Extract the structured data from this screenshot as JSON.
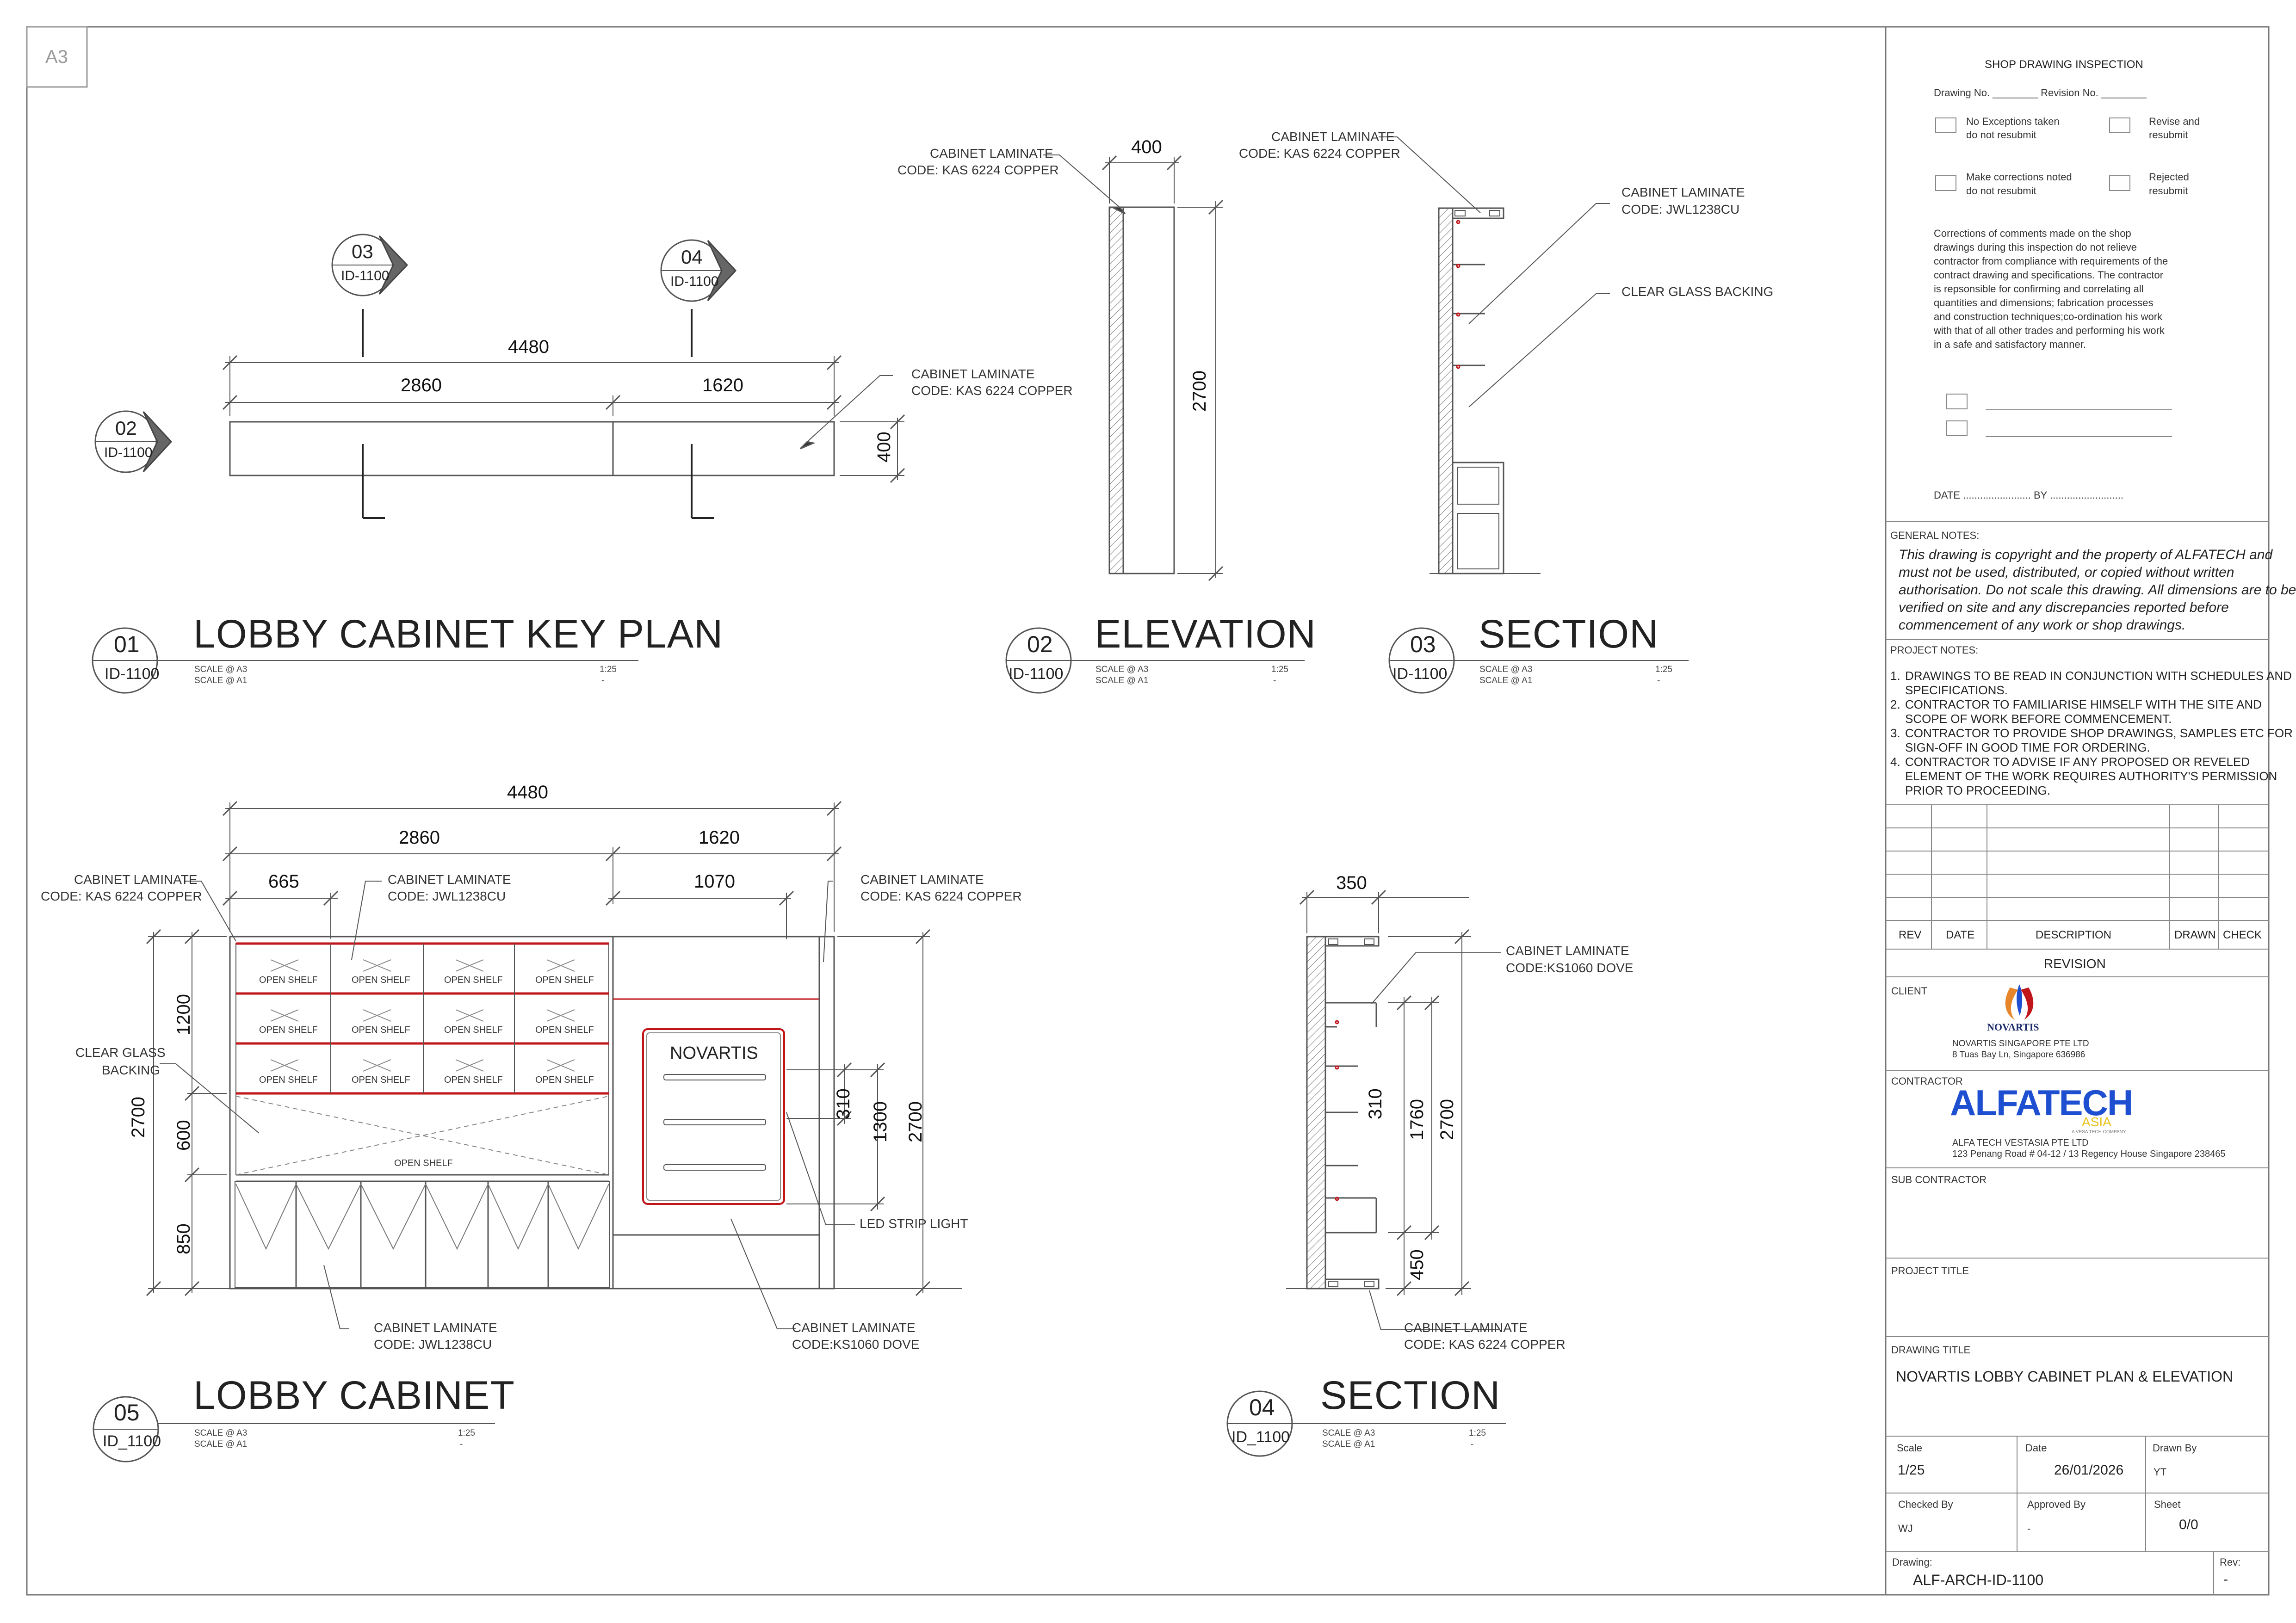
{
  "sheet_size": "A3",
  "views": {
    "v01": {
      "number": "01",
      "ref": "ID-1100",
      "title": "LOBBY CABINET KEY PLAN",
      "scale_a3": "SCALE @ A3",
      "scale_a1": "SCALE @ A1",
      "ratio": "1:25",
      "ratio_a1": "-"
    },
    "v02": {
      "number": "02",
      "ref": "ID-1100",
      "title": "ELEVATION",
      "scale_a3": "SCALE @ A3",
      "scale_a1": "SCALE @ A1",
      "ratio": "1:25",
      "ratio_a1": "-"
    },
    "v03": {
      "number": "03",
      "ref": "ID-1100",
      "title": "SECTION",
      "scale_a3": "SCALE @ A3",
      "scale_a1": "SCALE @ A1",
      "ratio": "1:25",
      "ratio_a1": "-"
    },
    "v05": {
      "number": "05",
      "ref": "ID_1100",
      "title": "LOBBY CABINET",
      "scale_a3": "SCALE @ A3",
      "scale_a1": "SCALE @ A1",
      "ratio": "1:25",
      "ratio_a1": "-"
    },
    "v04": {
      "number": "04",
      "ref": "ID_1100",
      "title": "SECTION",
      "scale_a3": "SCALE @ A3",
      "scale_a1": "SCALE @ A1",
      "ratio": "1:25",
      "ratio_a1": "-"
    }
  },
  "keyplan": {
    "markers": [
      {
        "num": "03",
        "ref": "ID-1100"
      },
      {
        "num": "04",
        "ref": "ID-1100"
      },
      {
        "num": "02",
        "ref": "ID-1100"
      }
    ],
    "dims": {
      "total": "4480",
      "left": "2860",
      "right": "1620",
      "depth": "400"
    },
    "callout": [
      "CABINET LAMINATE",
      "CODE: KAS 6224 COPPER"
    ]
  },
  "elevation02": {
    "dims": {
      "width": "400",
      "height": "2700"
    },
    "callout": [
      "CABINET LAMINATE",
      "CODE: KAS 6224 COPPER"
    ]
  },
  "section03": {
    "callout_top": [
      "CABINET LAMINATE",
      "CODE: KAS 6224 COPPER"
    ],
    "callout_right": [
      "CABINET LAMINATE",
      "CODE:   JWL1238CU"
    ],
    "callout_glass": "CLEAR GLASS BACKING"
  },
  "cabinet05": {
    "dims": {
      "total": "4480",
      "left": "2860",
      "right": "1620",
      "bay": "665",
      "panel": "1070",
      "h1": "1200",
      "h2": "600",
      "h3": "850",
      "htotal": "2700",
      "r1": "310",
      "r2": "1300",
      "r3": "2700"
    },
    "shelf_label": "OPEN SHELF",
    "open_shelf_bottom": "OPEN SHELF",
    "brand_panel": "NOVARTIS",
    "callouts": {
      "top_left": [
        "CABINET LAMINATE",
        "CODE: KAS 6224 COPPER"
      ],
      "top_mid": [
        "CABINET LAMINATE",
        "CODE: JWL1238CU"
      ],
      "top_right": [
        "CABINET LAMINATE",
        "CODE: KAS 6224 COPPER"
      ],
      "glass": [
        "CLEAR GLASS",
        "BACKING"
      ],
      "led": "LED STRIP LIGHT",
      "bottom_left": [
        "CABINET LAMINATE",
        "CODE: JWL1238CU"
      ],
      "bottom_right": [
        "CABINET LAMINATE",
        "CODE:KS1060 DOVE"
      ]
    }
  },
  "section04": {
    "dims": {
      "width": "350",
      "a": "310",
      "b": "1760",
      "c": "2700",
      "d": "450"
    },
    "callout_top": [
      "CABINET LAMINATE",
      "CODE:KS1060 DOVE"
    ],
    "callout_bottom": [
      "CABINET LAMINATE",
      "CODE:   KAS 6224 COPPER"
    ]
  },
  "titleblock": {
    "inspection": {
      "heading": "SHOP DRAWING INSPECTION",
      "drawing_no": "Drawing No. ________ Revision No. ________",
      "opt1": [
        "No Exceptions taken",
        "do not resubmit"
      ],
      "opt2": [
        "Revise and",
        "resubmit"
      ],
      "opt3": [
        "Make corrections noted",
        "do not resubmit"
      ],
      "opt4": [
        "Rejected",
        "resubmit"
      ],
      "paragraph": [
        "Corrections of comments made on the shop",
        "drawings during this inspection do not relieve",
        "contractor from compliance with requirements of the",
        "contract drawing and specifications. The contractor",
        "is repsonsible for confirming and correlating all",
        "quantities and dimensions; fabrication processes",
        "and construction techniques;co-ordination his work",
        "with that of all other trades and performing his work",
        "in a safe and satisfactory manner."
      ],
      "date_by": "DATE ........................ BY .........................."
    },
    "general_notes": {
      "heading": "GENERAL NOTES:",
      "lines": [
        "This drawing is copyright and the property of ALFATECH and",
        "must not be used, distributed, or copied without written",
        "authorisation. Do not scale this drawing. All dimensions are to be",
        "verified on site and any discrepancies reported before",
        "commencement of any work or shop drawings."
      ]
    },
    "project_notes": {
      "heading": "PROJECT NOTES:",
      "items": [
        {
          "n": "1.",
          "l": [
            "DRAWINGS TO BE READ IN CONJUNCTION WITH  SCHEDULES AND",
            "SPECIFICATIONS."
          ]
        },
        {
          "n": "2.",
          "l": [
            "CONTRACTOR TO FAMILIARISE HIMSELF WITH THE SITE AND",
            "SCOPE OF WORK BEFORE COMMENCEMENT."
          ]
        },
        {
          "n": "3.",
          "l": [
            "CONTRACTOR TO PROVIDE SHOP DRAWINGS, SAMPLES ETC FOR",
            "SIGN-OFF IN GOOD TIME FOR ORDERING."
          ]
        },
        {
          "n": "4.",
          "l": [
            "CONTRACTOR TO ADVISE IF ANY PROPOSED OR REVELED",
            "ELEMENT OF THE WORK REQUIRES AUTHORITY'S PERMISSION",
            "PRIOR TO PROCEEDING."
          ]
        }
      ]
    },
    "revision": {
      "cols": [
        "REV",
        "DATE",
        "DESCRIPTION",
        "DRAWN",
        "CHECK"
      ],
      "heading": "REVISION"
    },
    "client": {
      "label": "CLIENT",
      "logo_text": "NOVARTIS",
      "name": "NOVARTIS SINGAPORE PTE LTD",
      "address": "8 Tuas Bay Ln, Singapore 636986"
    },
    "contractor": {
      "label": "CONTRACTOR",
      "logo_text": "ALFATECH",
      "logo_sub": "ASIA",
      "logo_tag": "A VESA TECH COMPANY",
      "name": "ALFA TECH VESTASIA PTE LTD",
      "address": "123 Penang Road # 04-12 / 13 Regency House Singapore 238465"
    },
    "sub_contractor": {
      "label": "SUB CONTRACTOR"
    },
    "project_title": {
      "label": "PROJECT TITLE"
    },
    "drawing_title": {
      "label": "DRAWING TITLE",
      "value": "NOVARTIS LOBBY CABINET PLAN & ELEVATION"
    },
    "scale": {
      "label": "Scale",
      "value": "1/25"
    },
    "date": {
      "label": "Date",
      "value": "26/01/2026"
    },
    "drawn_by": {
      "label": "Drawn By",
      "value": "YT"
    },
    "checked_by": {
      "label": "Checked By",
      "value": "WJ"
    },
    "approved_by": {
      "label": "Approved By",
      "value": "-"
    },
    "sheet": {
      "label": "Sheet",
      "value": "0/0"
    },
    "drawing": {
      "label": "Drawing:",
      "value": "ALF-ARCH-ID-1100"
    },
    "rev": {
      "label": "Rev:",
      "value": "-"
    }
  },
  "colors": {
    "red": "#c0161a",
    "line": "#444444",
    "brand_blue": "#1e4fd1",
    "brand_yellow": "#e7c21a"
  }
}
